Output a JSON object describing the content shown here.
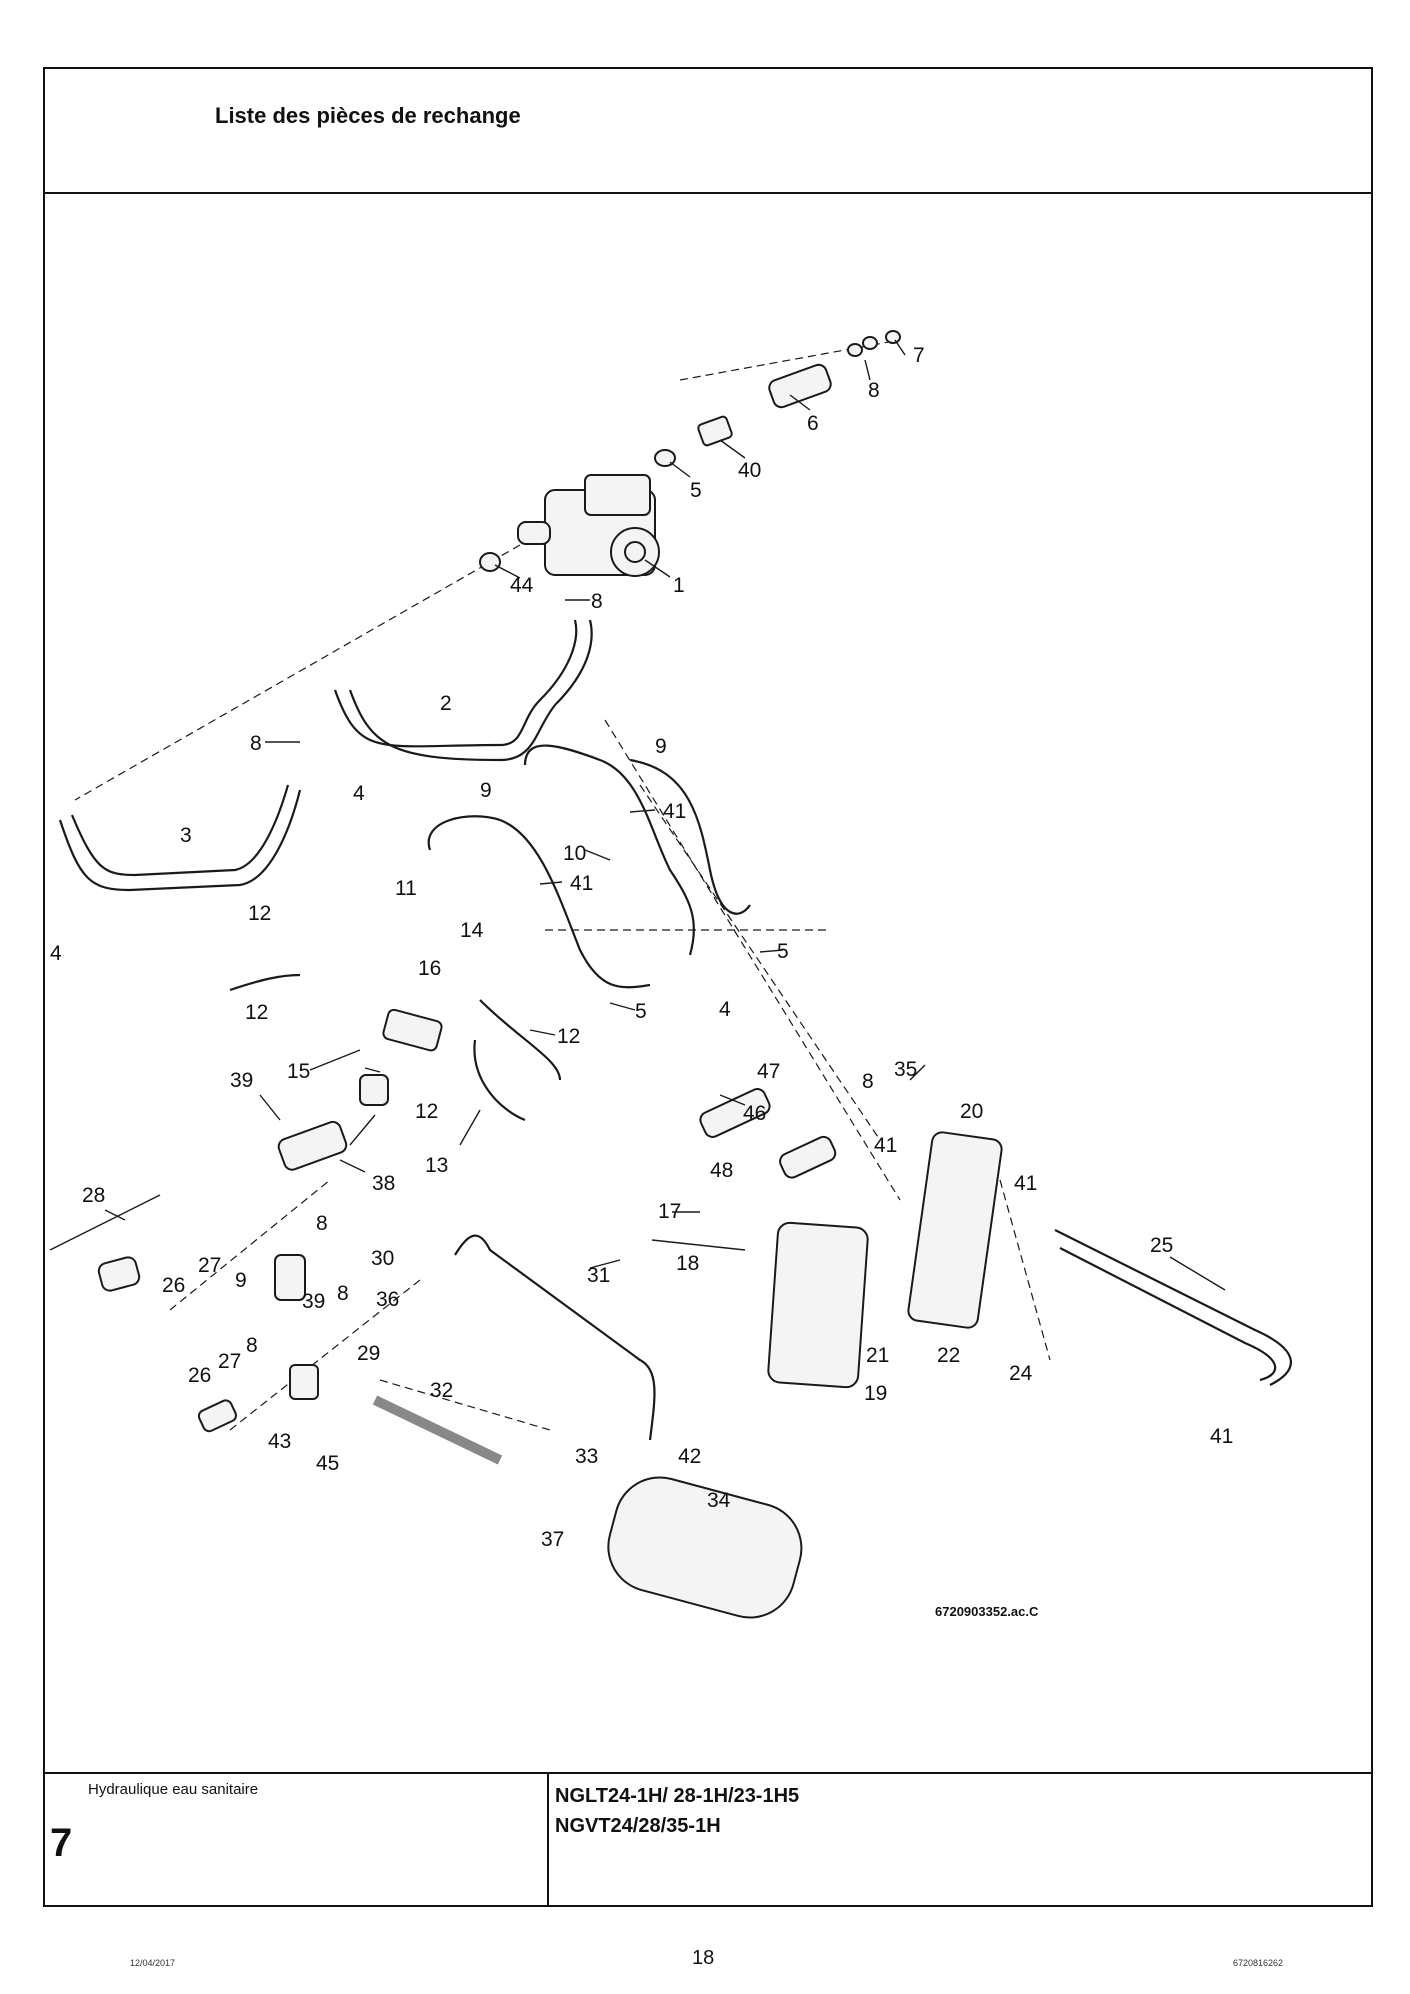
{
  "header": {
    "title": "Liste des pièces de rechange"
  },
  "footer": {
    "section_name": "Hydraulique eau sanitaire",
    "section_number": "7",
    "model_line_1": "NGLT24-1H/ 28-1H/23-1H5",
    "model_line_2": "NGVT24/28/35-1H",
    "date": "12/04/2017",
    "page_number": "18",
    "doc_number": "6720816262"
  },
  "diagram": {
    "reference_code": "6720903352.ac.C",
    "callouts": [
      "7",
      "8",
      "6",
      "5",
      "40",
      "1",
      "44",
      "8",
      "2",
      "8",
      "4",
      "9",
      "41",
      "9",
      "10",
      "41",
      "3",
      "11",
      "12",
      "4",
      "14",
      "16",
      "5",
      "5",
      "4",
      "12",
      "12",
      "15",
      "12",
      "39",
      "47",
      "46",
      "35",
      "8",
      "20",
      "41",
      "48",
      "41",
      "17",
      "13",
      "38",
      "28",
      "8",
      "30",
      "31",
      "18",
      "25",
      "27",
      "26",
      "9",
      "36",
      "39",
      "8",
      "8",
      "29",
      "21",
      "22",
      "24",
      "26",
      "27",
      "19",
      "32",
      "43",
      "45",
      "33",
      "42",
      "37",
      "34",
      "41"
    ]
  }
}
